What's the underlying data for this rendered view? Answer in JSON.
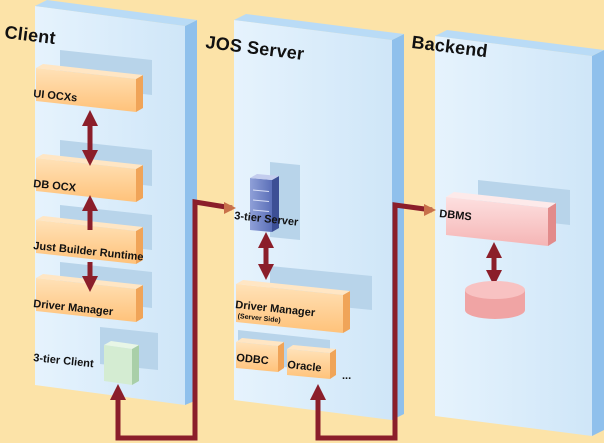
{
  "columns": {
    "client": "Client",
    "server": "JOS Server",
    "backend": "Backend"
  },
  "client": {
    "ui_ocxs": "UI  OCXs",
    "db_ocx": "DB OCX",
    "runtime": "Just Builder Runtime",
    "driver_manager": "Driver Manager",
    "tier3_client": "3-tier Client"
  },
  "server": {
    "tier3_server": "3-tier Server",
    "driver_manager": "Driver Manager",
    "driver_manager_sub": "(Server Side)",
    "odbc": "ODBC",
    "oracle": "Oracle",
    "more": "..."
  },
  "backend": {
    "dbms": "DBMS"
  },
  "colors": {
    "background": "#fce3a8",
    "panel_face": "#d8ecfb",
    "panel_side": "#8fc0ec",
    "box_orange": "#ffcf94",
    "box_pink": "#f8c6c6",
    "arrow": "#8b1e2a",
    "connector": "#c8704a"
  }
}
